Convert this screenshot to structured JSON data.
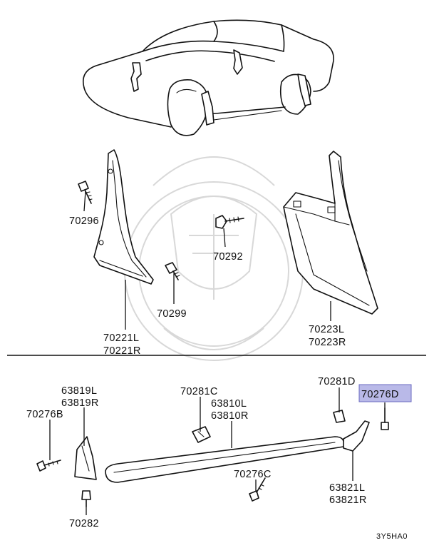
{
  "labels": {
    "p70296": "70296",
    "p70292": "70292",
    "p70299": "70299",
    "p70221L": "70221L",
    "p70221R": "70221R",
    "p70223L": "70223L",
    "p70223R": "70223R",
    "p63819L": "63819L",
    "p63819R": "63819R",
    "p70276B": "70276B",
    "p70281C": "70281C",
    "p63810L": "63810L",
    "p63810R": "63810R",
    "p70276C": "70276C",
    "p70282": "70282",
    "p70281D": "70281D",
    "p70276D": "70276D",
    "p63821L": "63821L",
    "p63821R": "63821R"
  },
  "diagram_code": "3Y5HA0",
  "highlight": {
    "part": "70276D",
    "color": "#b9b9e8"
  }
}
